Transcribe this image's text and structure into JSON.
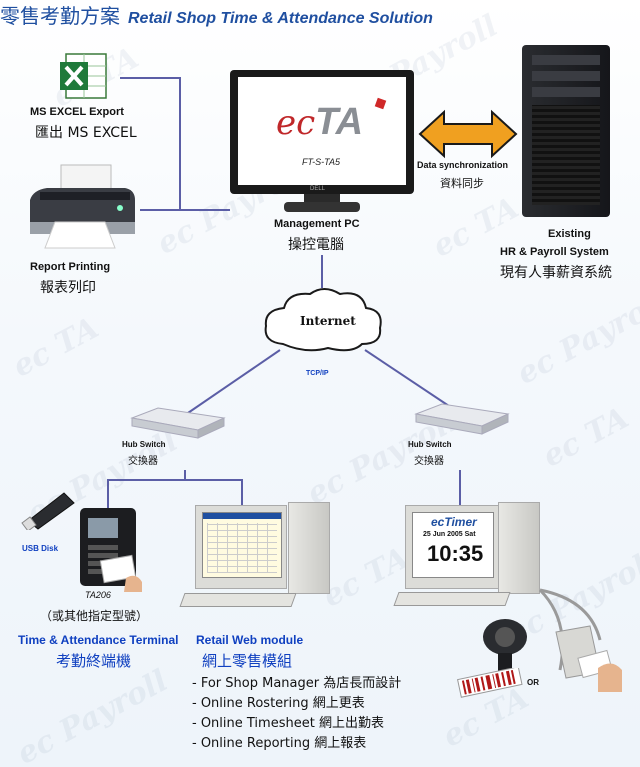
{
  "title": {
    "zh": "零售考勤方案",
    "en": "Retail Shop Time & Attendance Solution"
  },
  "excel": {
    "en": "MS EXCEL Export",
    "zh": "匯出 MS EXCEL"
  },
  "printing": {
    "en": "Report Printing",
    "zh": "報表列印"
  },
  "monitor": {
    "logo_ec": "ec",
    "logo_ta": "TA",
    "model": "FT-S-TA5",
    "brand": "DELL"
  },
  "management_pc": {
    "en": "Management PC",
    "zh": "操控電腦"
  },
  "sync": {
    "en": "Data synchronization",
    "zh": "資料同步"
  },
  "existing": {
    "line1": "Existing",
    "line2": "HR & Payroll System",
    "zh": "現有人事薪資系統"
  },
  "internet": {
    "label": "Internet",
    "protocol": "TCP/IP"
  },
  "hub_left": {
    "en": "Hub Switch",
    "zh": "交換器"
  },
  "hub_right": {
    "en": "Hub Switch",
    "zh": "交換器"
  },
  "usb": {
    "label": "USB Disk"
  },
  "terminal": {
    "model": "TA206",
    "note": "（或其他指定型號）",
    "en": "Time & Attendance Terminal",
    "zh": "考勤終端機"
  },
  "web": {
    "en": "Retail Web module",
    "zh": "網上零售模組",
    "items": [
      "- For Shop Manager 為店長而設計",
      "- Online Rostering 網上更表",
      "- Online Timesheet 網上出勤表",
      "- Online Reporting 網上報表"
    ]
  },
  "timer": {
    "brand": "ecTimer",
    "date": "25 Jun 2005 Sat",
    "time": "10:35"
  },
  "scanner": {
    "or": "OR"
  },
  "watermark": {
    "a": "ec TA",
    "b": "ec Payroll"
  },
  "colors": {
    "line": "#5b5ea6",
    "title": "#1f4fa0",
    "accent_blue": "#1040c0",
    "arrow": "#f0a020"
  }
}
